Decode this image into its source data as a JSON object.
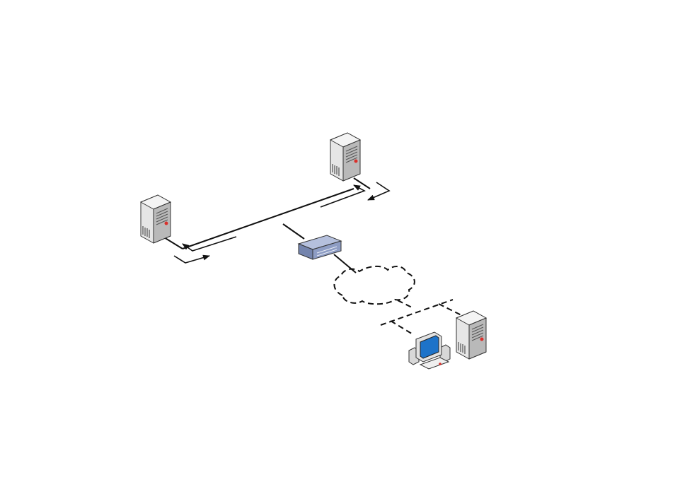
{
  "diagram": {
    "nodes": [
      {
        "id": "server-top-right",
        "kind": "server-tower-icon"
      },
      {
        "id": "server-left",
        "kind": "server-tower-icon"
      },
      {
        "id": "router",
        "kind": "router-appliance-icon"
      },
      {
        "id": "internet-cloud",
        "kind": "cloud-icon"
      },
      {
        "id": "workstation",
        "kind": "desktop-computer-icon"
      },
      {
        "id": "server-remote",
        "kind": "server-tower-icon"
      }
    ],
    "links": [
      {
        "from": "server-left",
        "to": "server-top-right",
        "style": "solid"
      },
      {
        "from": "backbone",
        "to": "router",
        "style": "solid"
      },
      {
        "from": "router",
        "to": "internet-cloud",
        "style": "solid"
      },
      {
        "from": "internet-cloud",
        "to": "remote-segment",
        "style": "dashed"
      },
      {
        "from": "remote-segment",
        "to": "workstation",
        "style": "dashed"
      },
      {
        "from": "remote-segment",
        "to": "server-remote",
        "style": "dashed"
      }
    ],
    "flows": [
      {
        "between": [
          "server-top-right",
          "backbone"
        ],
        "direction": "bidirectional"
      },
      {
        "between": [
          "server-left",
          "backbone"
        ],
        "direction": "bidirectional"
      }
    ],
    "colors": {
      "line": "#111111",
      "server_body": "#e6e6e6",
      "server_side": "#b9b9b9",
      "router_body": "#8e9dc4",
      "router_top": "#b5c0dd",
      "screen": "#1d73c9",
      "accent_red": "#d9302b"
    }
  }
}
